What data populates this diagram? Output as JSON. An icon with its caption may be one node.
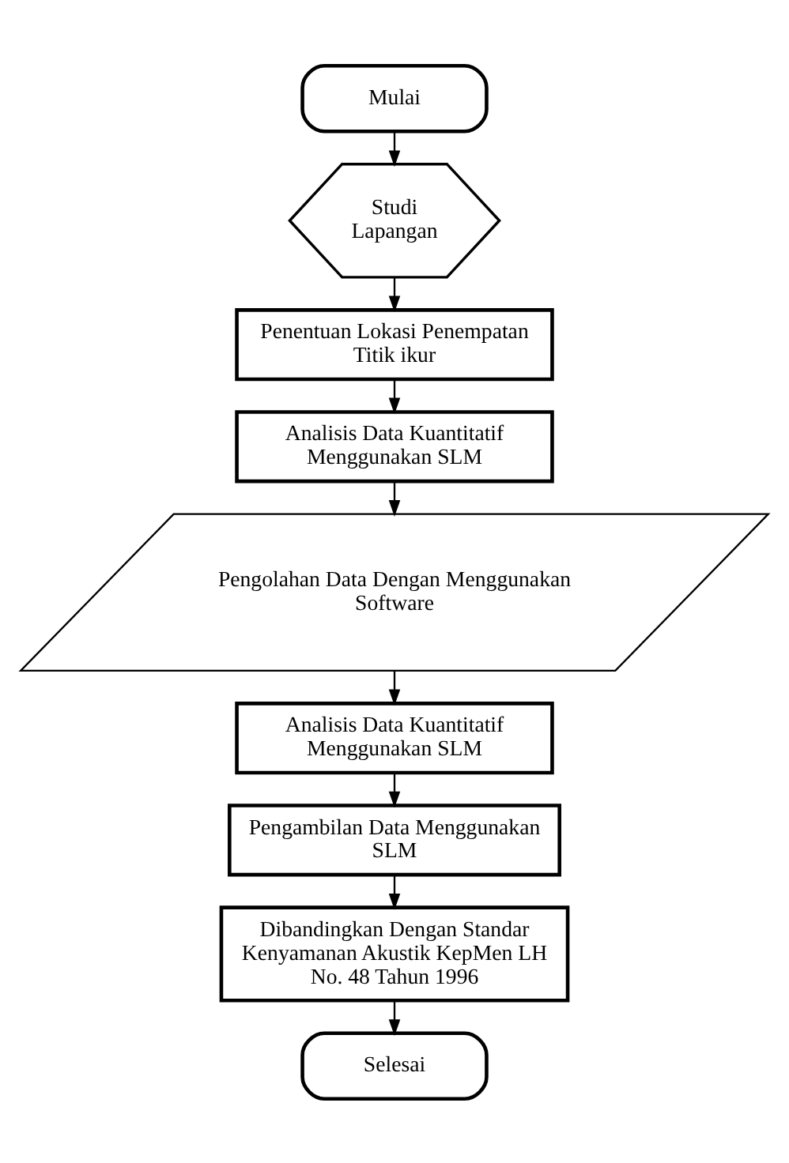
{
  "diagram": {
    "nodes": [
      {
        "text": [
          "Mulai"
        ]
      },
      {
        "text": [
          "Studi Lapangan"
        ]
      },
      {
        "text": [
          "Penentuan Lokasi Penempatan Titik ikur"
        ]
      },
      {
        "text": [
          "Analisis Data Kuantitatif Menggunakan SLM"
        ]
      },
      {
        "text": [
          "Pengolahan Data Dengan Menggunakan Software"
        ]
      },
      {
        "text": [
          "Analisis Data Kuantitatif Menggunakan SLM"
        ]
      },
      {
        "text": [
          "Pengambilan Data Menggunakan SLM"
        ]
      },
      {
        "text": [
          "Dibandingkan Dengan Standar Kenyamanan Akustik KepMen LH No. 48 Tahun 1996"
        ]
      },
      {
        "text": [
          "Selesai"
        ]
      }
    ],
    "edges": [
      {
        "from": 0,
        "to": 1,
        "arrow": "to"
      },
      {
        "from": 1,
        "to": 2,
        "arrow": "to"
      },
      {
        "from": 2,
        "to": 3,
        "arrow": "to"
      },
      {
        "from": 3,
        "to": 4,
        "arrow": "to"
      },
      {
        "from": 4,
        "to": 5,
        "arrow": "to"
      },
      {
        "from": 5,
        "to": 6,
        "arrow": "to"
      },
      {
        "from": 6,
        "to": 7,
        "arrow": "to"
      },
      {
        "from": 7,
        "to": 8,
        "arrow": "to"
      }
    ]
  }
}
